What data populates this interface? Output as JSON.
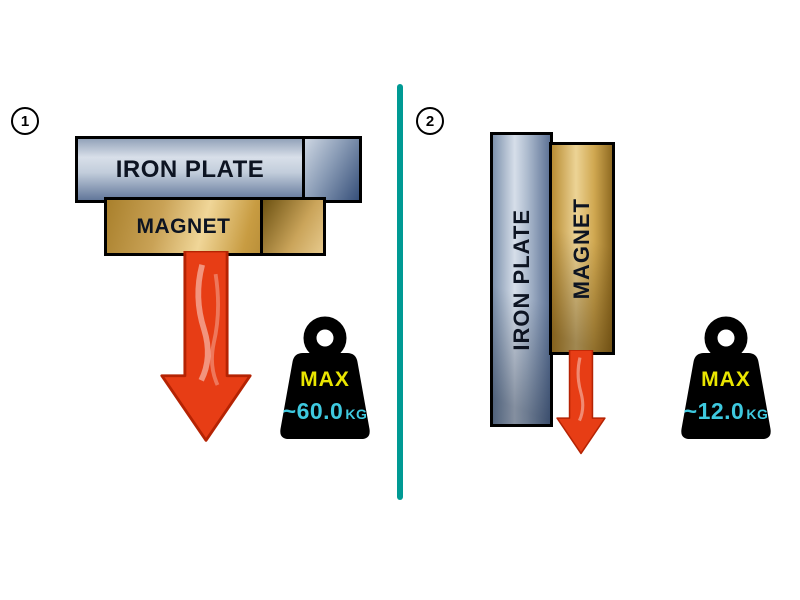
{
  "panel1": {
    "number": "1",
    "iron_plate_label": "IRON PLATE",
    "magnet_label": "MAGNET",
    "weight": {
      "max_label": "MAX",
      "value": "~60.0",
      "unit": "KG"
    }
  },
  "panel2": {
    "number": "2",
    "iron_plate_label": "IRON PLATE",
    "magnet_label": "MAGNET",
    "weight": {
      "max_label": "MAX",
      "value": "~12.0",
      "unit": "KG"
    }
  },
  "colors": {
    "divider": "#009a94",
    "arrow": "#e73d15",
    "arrow_outline": "#b52303",
    "max_label": "#eae600",
    "weight_value": "#3ec9df",
    "weight_body": "#000000",
    "iron_plate": "#9fb0c6",
    "magnet": "#cfa052"
  }
}
